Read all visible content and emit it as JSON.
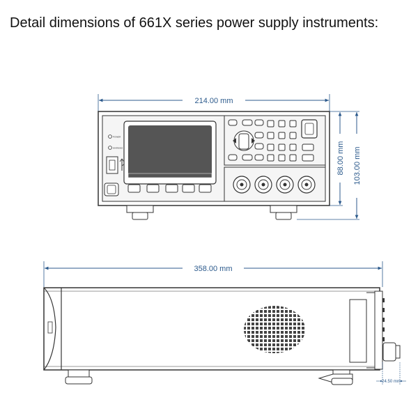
{
  "title": "Detail dimensions of 661X series power supply instruments:",
  "front_view": {
    "width_label": "214.00 mm",
    "height_label": "88.00 mm",
    "total_height_label": "103.00 mm",
    "indicator_1": "POWER",
    "indicator_2": "WARNING"
  },
  "side_view": {
    "length_label": "358.00 mm",
    "knob_depth_label": "24.50 mm"
  },
  "colors": {
    "dimension": "#2c5a8c",
    "outline": "#333333",
    "panel": "#f3f3f3",
    "screen": "#555555"
  }
}
